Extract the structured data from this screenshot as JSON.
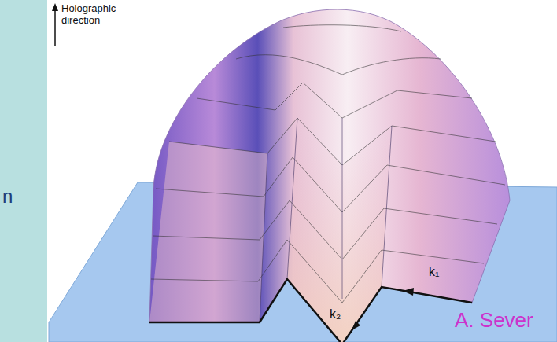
{
  "diagram": {
    "labels": [
      "Holographic direction",
      "k₁",
      "k₂",
      "A. Sever",
      "n"
    ]
  }
}
